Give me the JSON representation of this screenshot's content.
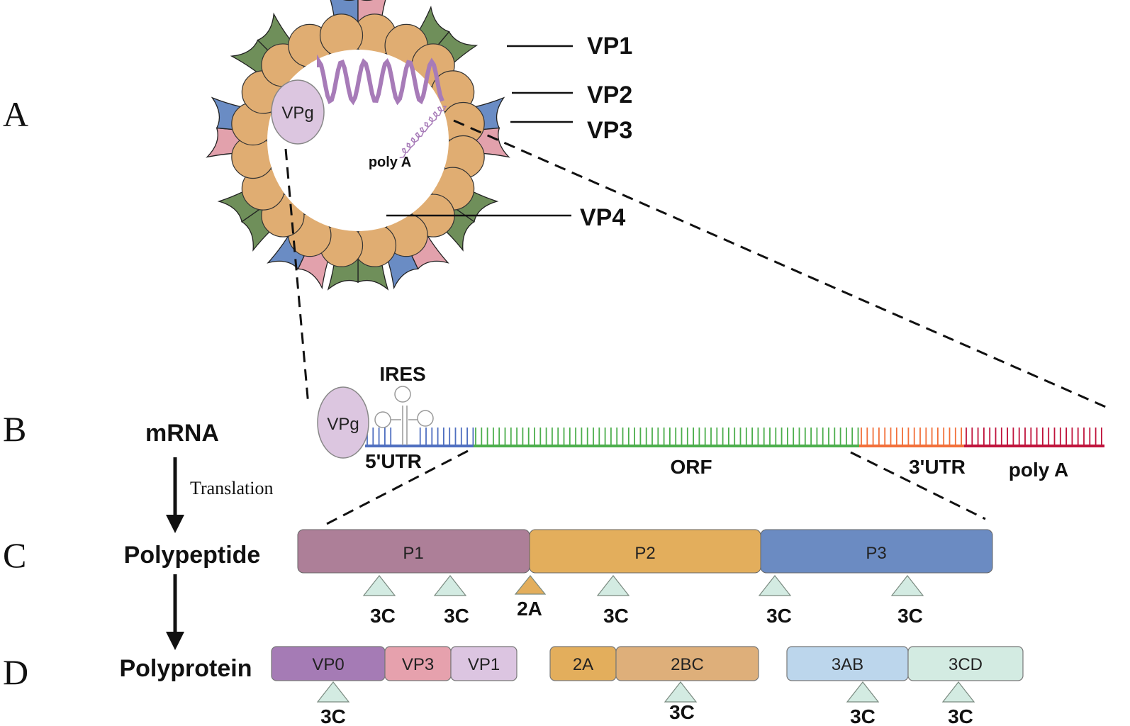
{
  "panels": {
    "a": "A",
    "b": "B",
    "c": "C",
    "d": "D"
  },
  "capsid": {
    "labels": {
      "vp1": "VP1",
      "vp2": "VP2",
      "vp3": "VP3",
      "vp4": "VP4"
    },
    "vpg": "VPg",
    "polya": "poly A",
    "colors": {
      "shell": "#e0ad72",
      "vp1": "#6f8f5a",
      "vp2": "#6a8cc4",
      "vp3": "#e2a1ac",
      "rna": "#a77bb8"
    }
  },
  "mrna": {
    "title": "mRNA",
    "vpg": "VPg",
    "ires": "IRES",
    "regions": [
      {
        "label": "5'UTR",
        "color": "#4f6fc0"
      },
      {
        "label": "ORF",
        "color": "#4cae4c"
      },
      {
        "label": "3'UTR",
        "color": "#f2703a"
      },
      {
        "label": "poly A",
        "color": "#c0143c"
      }
    ]
  },
  "translation": "Translation",
  "polypeptide": {
    "title": "Polypeptide",
    "segments": [
      {
        "label": "P1",
        "color": "#ad7f98"
      },
      {
        "label": "P2",
        "color": "#e3ae5c"
      },
      {
        "label": "P3",
        "color": "#6b8bc2"
      }
    ],
    "cleavage": [
      "3C",
      "3C",
      "2A",
      "3C",
      "3C",
      "3C"
    ]
  },
  "polyprotein": {
    "title": "Polyprotein",
    "segments": [
      {
        "label": "VP0",
        "color": "#a57bb5"
      },
      {
        "label": "VP3",
        "color": "#e6a1ad"
      },
      {
        "label": "VP1",
        "color": "#dcc5e1"
      },
      {
        "label": "2A",
        "color": "#e3ae5c"
      },
      {
        "label": "2BC",
        "color": "#deaf7a"
      },
      {
        "label": "3AB",
        "color": "#bcd6ec"
      },
      {
        "label": "3CD",
        "color": "#d3ebe2"
      }
    ],
    "cleavage": [
      "3C",
      "3C",
      "3C",
      "3C"
    ]
  }
}
